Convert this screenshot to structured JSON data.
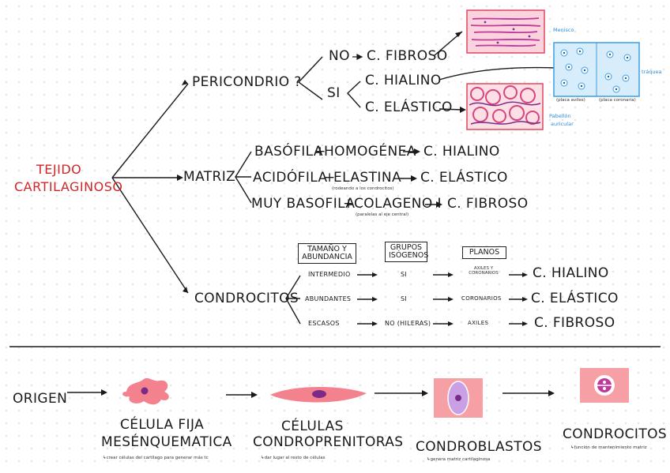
{
  "root": {
    "line1": "TEJIDO",
    "line2": "CARTILAGINOSO",
    "color": "#d0262a"
  },
  "pericondrio": {
    "label": "PERICONDRIO ?",
    "no": "NO",
    "no_result": "C. FIBROSO",
    "si": "SI",
    "si_results": [
      "C. HIALINO",
      "C. ELÁSTICO"
    ]
  },
  "images": {
    "menisco": "Menisco",
    "traquea": "tráquea",
    "traquea_sub1": "(placa aviles)",
    "traquea_sub2": "(placa coronaria)",
    "pabellon1": "Pabellón",
    "pabellon2": "auricular"
  },
  "matriz": {
    "label": "MATRIZ",
    "rows": [
      {
        "left": "BASÓFILA",
        "right": "HOMOGÉNEA",
        "result": "C. HIALINO",
        "note": ""
      },
      {
        "left": "ACIDÓFILA",
        "right": "ELASTINA",
        "result": "C. ELÁSTICO",
        "note": "(rodeando a los condrocitos)"
      },
      {
        "left": "MUY BASOFILA",
        "right": "COLAGENO I",
        "result": "C. FIBROSO",
        "note": "(paralelas al eje central)"
      }
    ]
  },
  "condrocitos": {
    "label": "CONDROCITOS",
    "headers": [
      "TAMAÑO Y ABUNDANCIA",
      "GRUPOS ISÓGENOS",
      "PLANOS"
    ],
    "rows": [
      {
        "size": "INTERMEDIO",
        "groups": "SI",
        "planes": "AXILES Y CORONARIOS",
        "result": "C. HIALINO"
      },
      {
        "size": "ABUNDANTES",
        "groups": "SI",
        "planes": "CORONARIOS",
        "result": "C. ELÁSTICO"
      },
      {
        "size": "ESCASOS",
        "groups": "NO (HILERAS)",
        "planes": "AXILES",
        "result": "C. FIBROSO"
      }
    ]
  },
  "origen": {
    "label": "ORIGEN",
    "steps": [
      {
        "title1": "CÉLULA FIJA",
        "title2": "MESÉNQUEMATICA",
        "note": "↳crear células del cartílago para generar más tc"
      },
      {
        "title1": "CÉLULAS",
        "title2": "CONDROPRENITORAS",
        "note": "↳dar lugar al resto de células"
      },
      {
        "title1": "CONDROBLASTOS",
        "title2": "",
        "note": "↳genera matriz cartilaginosa"
      },
      {
        "title1": "CONDROCITOS",
        "title2": "",
        "note": "↳función de mantenimiento matriz"
      }
    ]
  }
}
